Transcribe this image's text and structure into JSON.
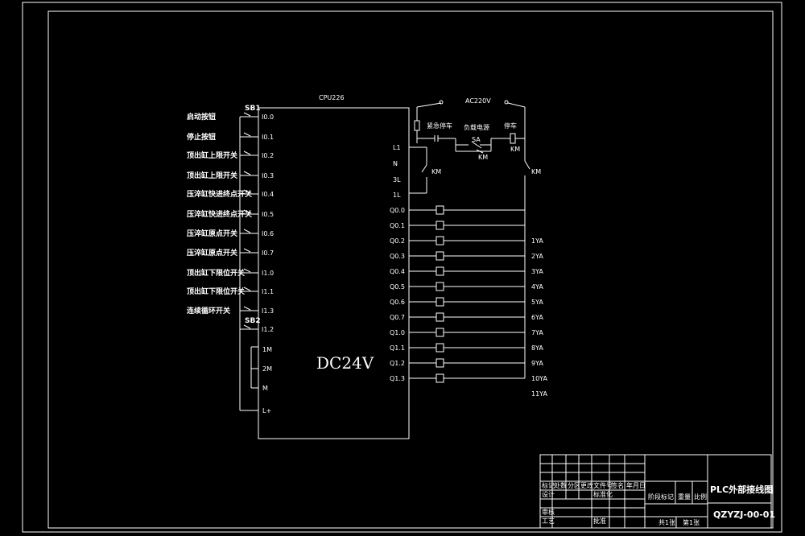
{
  "cpu_label": "CPU226",
  "center_label": "DC24V",
  "ac_label": "AC220V",
  "title_block": {
    "title": "PLC外部接线图",
    "drawing_no": "QZYZJ-00-01",
    "row1": [
      "标记",
      "处数",
      "分区",
      "更改文件号",
      "签名",
      "年月日"
    ],
    "row2": [
      "设计",
      "",
      "",
      "标准化",
      "",
      ""
    ],
    "row3": [
      "审核",
      "",
      "",
      "",
      "",
      ""
    ],
    "row4": [
      "工艺",
      "",
      "",
      "批准",
      "",
      ""
    ],
    "stage_labels": [
      "阶段标记",
      "重量",
      "比例"
    ],
    "sheet_labels": [
      "共1张",
      "第1张"
    ]
  },
  "inputs": [
    {
      "label": "启动按钮",
      "addr": "I0.0",
      "switch": "SB1"
    },
    {
      "label": "停止按钮",
      "addr": "I0.1",
      "switch": ""
    },
    {
      "label": "顶出缸上限开关",
      "addr": "I0.2",
      "switch": ""
    },
    {
      "label": "顶出缸上限开关",
      "addr": "I0.3",
      "switch": ""
    },
    {
      "label": "压淬缸快进终点开关",
      "addr": "I0.4",
      "switch": ""
    },
    {
      "label": "压淬缸快进终点开关",
      "addr": "I0.5",
      "switch": ""
    },
    {
      "label": "压淬缸原点开关",
      "addr": "I0.6",
      "switch": ""
    },
    {
      "label": "压淬缸原点开关",
      "addr": "I0.7",
      "switch": ""
    },
    {
      "label": "顶出缸下限位开关",
      "addr": "I1.0",
      "switch": ""
    },
    {
      "label": "顶出缸下限位开关",
      "addr": "I1.1",
      "switch": ""
    },
    {
      "label": "连续循环开关",
      "addr": "I1.3",
      "switch": ""
    },
    {
      "label": "",
      "addr": "I1.2",
      "switch": "SB2"
    }
  ],
  "power_inputs": [
    "1M",
    "2M",
    "M",
    "L+"
  ],
  "power_outputs": [
    "L1",
    "N",
    "3L",
    "1L"
  ],
  "outputs": [
    {
      "addr": "Q0.0",
      "coil": ""
    },
    {
      "addr": "Q0.1",
      "coil": "1YA"
    },
    {
      "addr": "Q0.2",
      "coil": "2YA"
    },
    {
      "addr": "Q0.3",
      "coil": "3YA"
    },
    {
      "addr": "Q0.4",
      "coil": "4YA"
    },
    {
      "addr": "Q0.5",
      "coil": "5YA"
    },
    {
      "addr": "Q0.6",
      "coil": "6YA"
    },
    {
      "addr": "Q0.7",
      "coil": "7YA"
    },
    {
      "addr": "Q1.0",
      "coil": "8YA"
    },
    {
      "addr": "Q1.1",
      "coil": "9YA"
    },
    {
      "addr": "Q1.2",
      "coil": "10YA"
    },
    {
      "addr": "Q1.3",
      "coil": "11YA"
    }
  ],
  "ac_circuit": {
    "labels": [
      "紧急停车",
      "负载电源",
      "停车"
    ],
    "km_labels": [
      "KM",
      "KM",
      "KM",
      "KM"
    ],
    "contact_label": "SA"
  }
}
